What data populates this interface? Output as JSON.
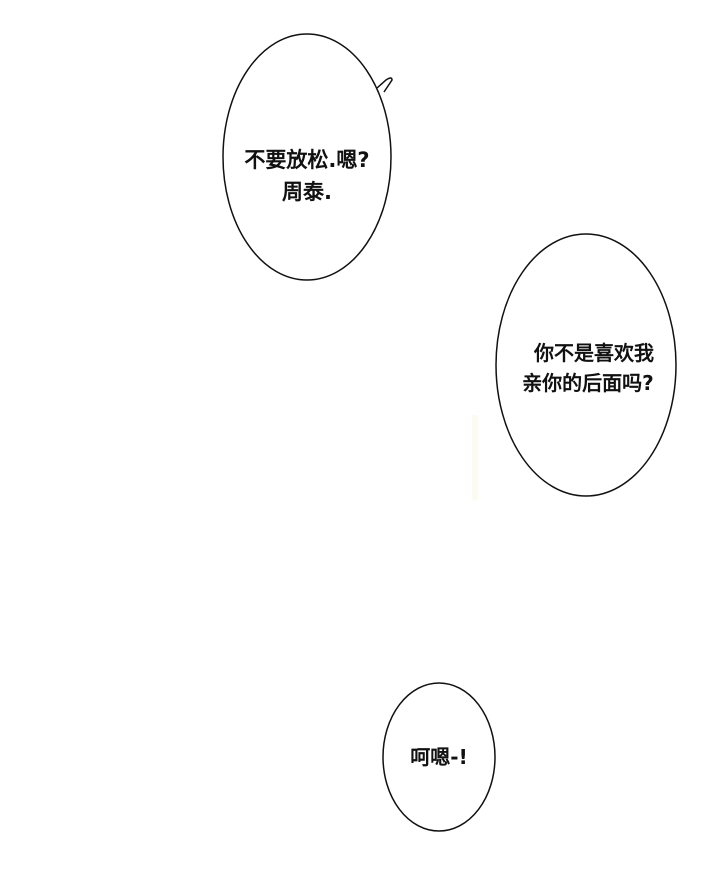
{
  "panel": {
    "background": "#ffffff",
    "outline_color": "#111111"
  },
  "bubbles": [
    {
      "id": "bubble-1",
      "lines": [
        "不要放松.嗯?",
        "周泰."
      ],
      "has_tail": true
    },
    {
      "id": "bubble-2",
      "lines": [
        "你不是喜欢我",
        "亲你的后面吗?"
      ],
      "has_tail": false
    },
    {
      "id": "bubble-3",
      "lines": [
        "呵嗯-!"
      ],
      "has_tail": false
    }
  ]
}
